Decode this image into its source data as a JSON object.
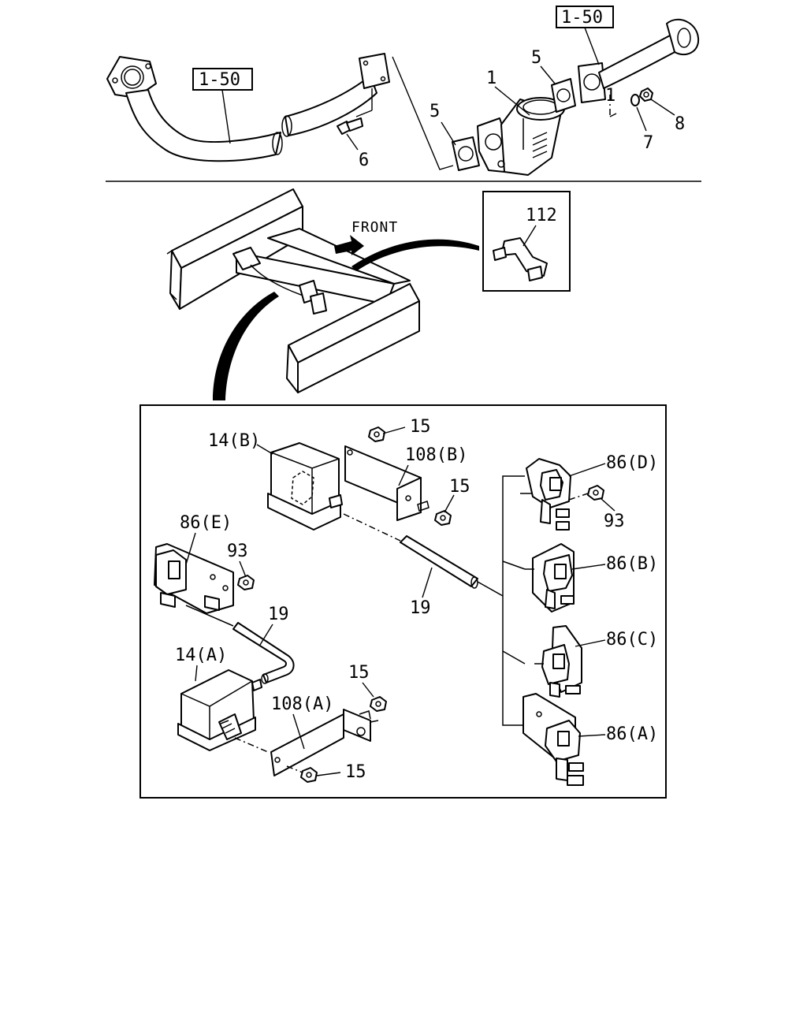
{
  "diagram": {
    "reference_labels": [
      "1-50",
      "1-50"
    ],
    "direction_label": "FRONT",
    "callouts": {
      "part_1": "1",
      "part_5_left": "5",
      "part_5_right": "5",
      "part_6": "6",
      "part_7": "7",
      "part_8": "8",
      "part_112": "112",
      "part_15_top": "15",
      "part_14b": "14(B)",
      "part_108b": "108(B)",
      "part_15_b": "15",
      "part_86d": "86(D)",
      "part_93_right": "93",
      "part_86e": "86(E)",
      "part_93_left": "93",
      "part_86b": "86(B)",
      "part_19_right": "19",
      "part_19_left": "19",
      "part_86c": "86(C)",
      "part_14a": "14(A)",
      "part_15_a1": "15",
      "part_108a": "108(A)",
      "part_86a": "86(A)",
      "part_15_a2": "15"
    }
  }
}
